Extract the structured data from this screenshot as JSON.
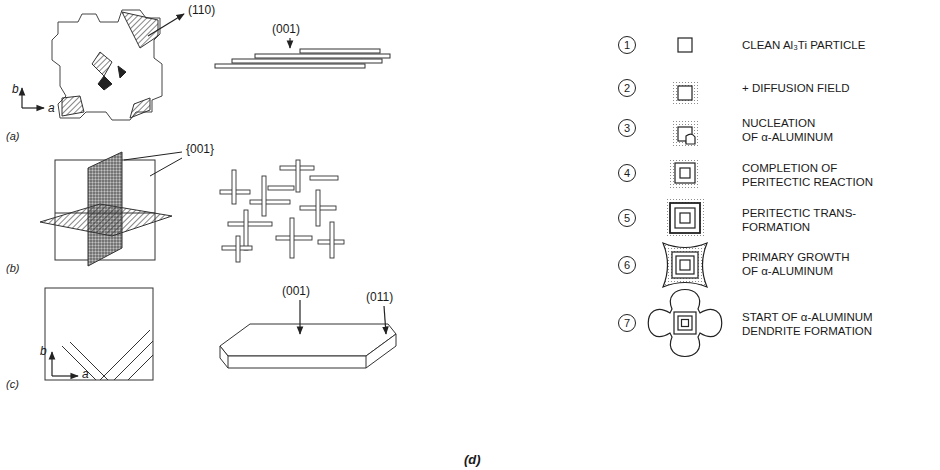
{
  "diagram": {
    "nodes": [
      {
        "text": [
          "1"
        ]
      },
      {
        "text": [
          "2"
        ]
      },
      {
        "text": [
          "3"
        ]
      },
      {
        "text": [
          "4"
        ]
      },
      {
        "text": [
          "5"
        ]
      },
      {
        "text": [
          "6"
        ]
      },
      {
        "text": [
          "7"
        ]
      }
    ],
    "labels": [
      "(110)",
      "b",
      "a",
      "(001)",
      "(a)",
      "{001}",
      "(b)",
      "b",
      "a",
      "(001)",
      "(011)",
      "(c)",
      "(d)",
      "CLEAN Al₃Ti PARTICLE",
      "+ DIFFUSION FIELD",
      "NUCLEATION OF α-ALUMINUM",
      "COMPLETION OF PERITECTIC REACTION",
      "PERITECTIC TRANS- FORMATION",
      "PRIMARY GROWTH OF α-ALUMINUM",
      "START OF α-ALUMINUM DENDRITE FORMATION"
    ]
  }
}
